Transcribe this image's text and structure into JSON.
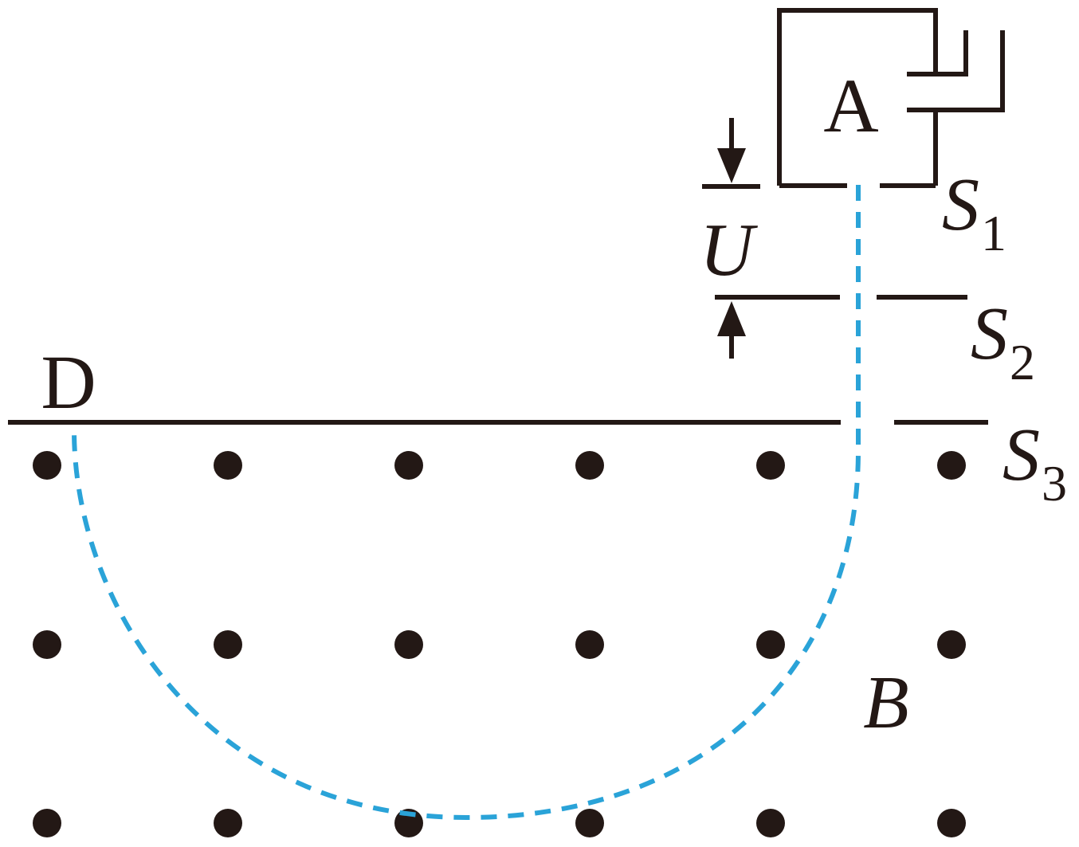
{
  "labels": {
    "source": "A",
    "detector": "D",
    "voltage": "U",
    "field": "B",
    "slit1_letter": "S",
    "slit1_index": "1",
    "slit2_letter": "S",
    "slit2_index": "2",
    "slit3_letter": "S",
    "slit3_index": "3"
  },
  "colors": {
    "ink": "#231815",
    "trajectory": "#2aa3d8"
  },
  "field_markers": "dot-out-of-page"
}
